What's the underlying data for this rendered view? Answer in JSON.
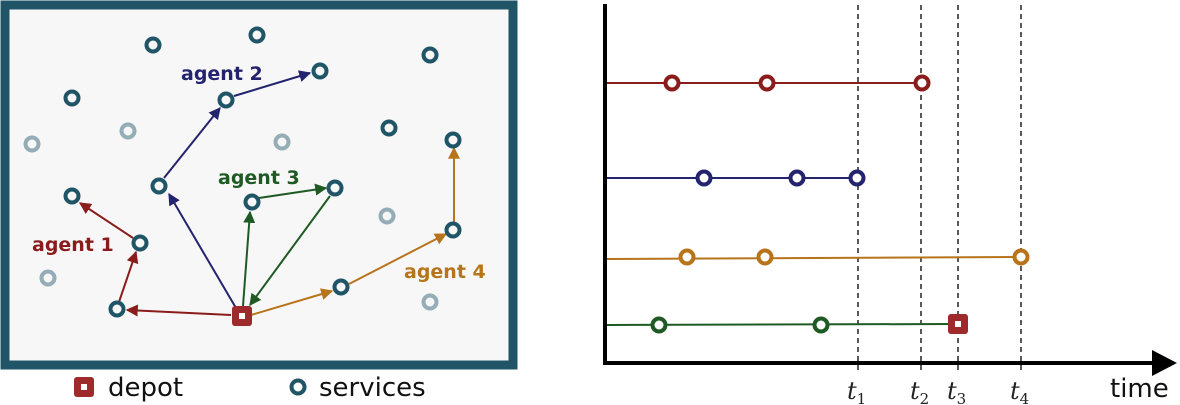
{
  "colors": {
    "frame": "#1f5566",
    "panel_bg": "#f7f7f7",
    "service": "#1f5566",
    "service_faded": "#94adb6",
    "depot": "#9e2a2b",
    "agent1": "#8b1c1c",
    "agent2": "#23236e",
    "agent3": "#1f5a24",
    "agent4": "#b7741a"
  },
  "agents": [
    {
      "id": "agent1",
      "label": "agent 1",
      "color_key": "agent1"
    },
    {
      "id": "agent2",
      "label": "agent 2",
      "color_key": "agent2"
    },
    {
      "id": "agent3",
      "label": "agent 3",
      "color_key": "agent3"
    },
    {
      "id": "agent4",
      "label": "agent 4",
      "color_key": "agent4"
    }
  ],
  "legend": {
    "depot": "depot",
    "services": "services"
  },
  "timeline": {
    "axis_label": "time",
    "markers": [
      {
        "base": "t",
        "sub": "1"
      },
      {
        "base": "t",
        "sub": "2"
      },
      {
        "base": "t",
        "sub": "3"
      },
      {
        "base": "t",
        "sub": "4"
      }
    ]
  }
}
